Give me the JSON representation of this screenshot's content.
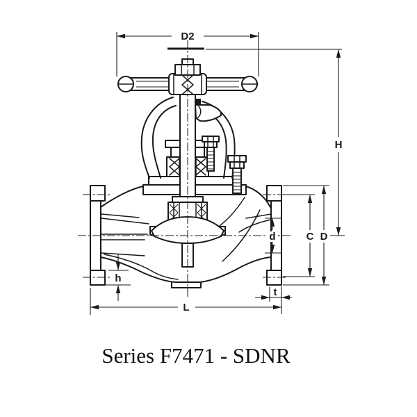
{
  "drawing": {
    "type": "globe-valve-cross-section",
    "caption": "Series F7471 - SDNR",
    "colors": {
      "line": "#1a1a1a",
      "background": "#ffffff"
    },
    "dimensions": {
      "d2": {
        "label": "D2"
      },
      "height": {
        "label": "H"
      },
      "bolt_circle": {
        "label": "C"
      },
      "flange_od": {
        "label": "D"
      },
      "bore": {
        "label": "d"
      },
      "boss_height": {
        "label": "h"
      },
      "flange_thickness": {
        "label": "t"
      },
      "face_to_face": {
        "label": "L"
      }
    }
  }
}
